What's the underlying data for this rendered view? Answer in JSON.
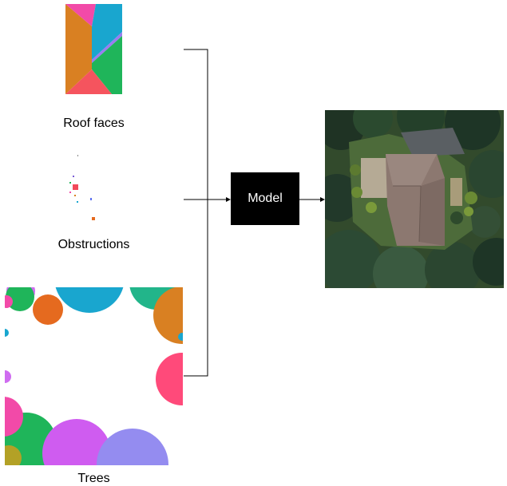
{
  "labels": {
    "roof_faces": "Roof faces",
    "obstructions": "Obstructions",
    "trees": "Trees",
    "model": "Model"
  },
  "colors": {
    "line": "#000000",
    "model_box": "#000000",
    "model_text": "#ffffff"
  }
}
